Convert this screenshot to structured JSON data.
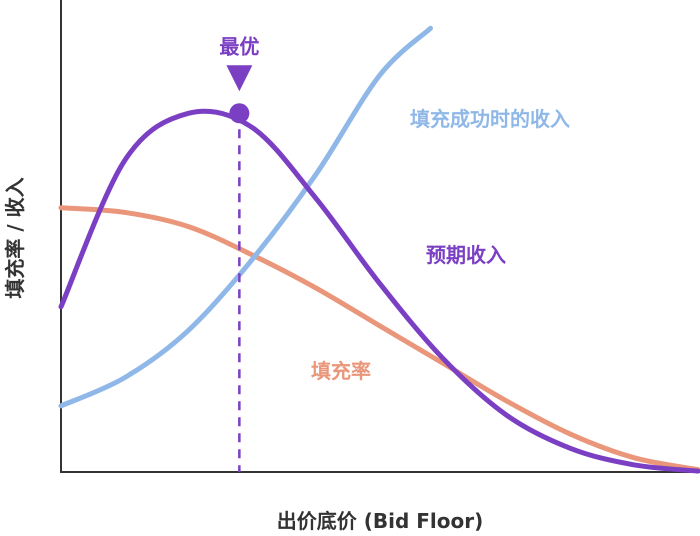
{
  "chart_data": {
    "type": "line",
    "xlabel": "出价底价 (Bid Floor)",
    "ylabel": "填充率 / 收入",
    "x": [
      0,
      0.1,
      0.2,
      0.3,
      0.4,
      0.5,
      0.6,
      0.7,
      0.8,
      0.9,
      1.0
    ],
    "xlim": [
      0,
      1
    ],
    "ylim": [
      0,
      1
    ],
    "grid": false,
    "legend": "none",
    "series": [
      {
        "name": "填充率",
        "color": "#E9967A",
        "values": [
          0.56,
          0.55,
          0.52,
          0.46,
          0.39,
          0.31,
          0.23,
          0.15,
          0.08,
          0.03,
          0.005
        ]
      },
      {
        "name": "填充成功时的收入",
        "color": "#8FB8E8",
        "x": [
          0,
          0.1,
          0.2,
          0.3,
          0.4,
          0.5,
          0.58
        ],
        "values": [
          0.14,
          0.2,
          0.3,
          0.45,
          0.63,
          0.84,
          0.94
        ]
      },
      {
        "name": "预期收入",
        "color": "#7B3FC4",
        "values": [
          0.35,
          0.66,
          0.76,
          0.73,
          0.58,
          0.4,
          0.24,
          0.12,
          0.05,
          0.015,
          0.002
        ]
      }
    ],
    "annotations": {
      "optimum_label": "最优",
      "optimum_x": 0.28,
      "optimum_y": 0.76,
      "optimum_color": "#7B3FC4"
    }
  }
}
